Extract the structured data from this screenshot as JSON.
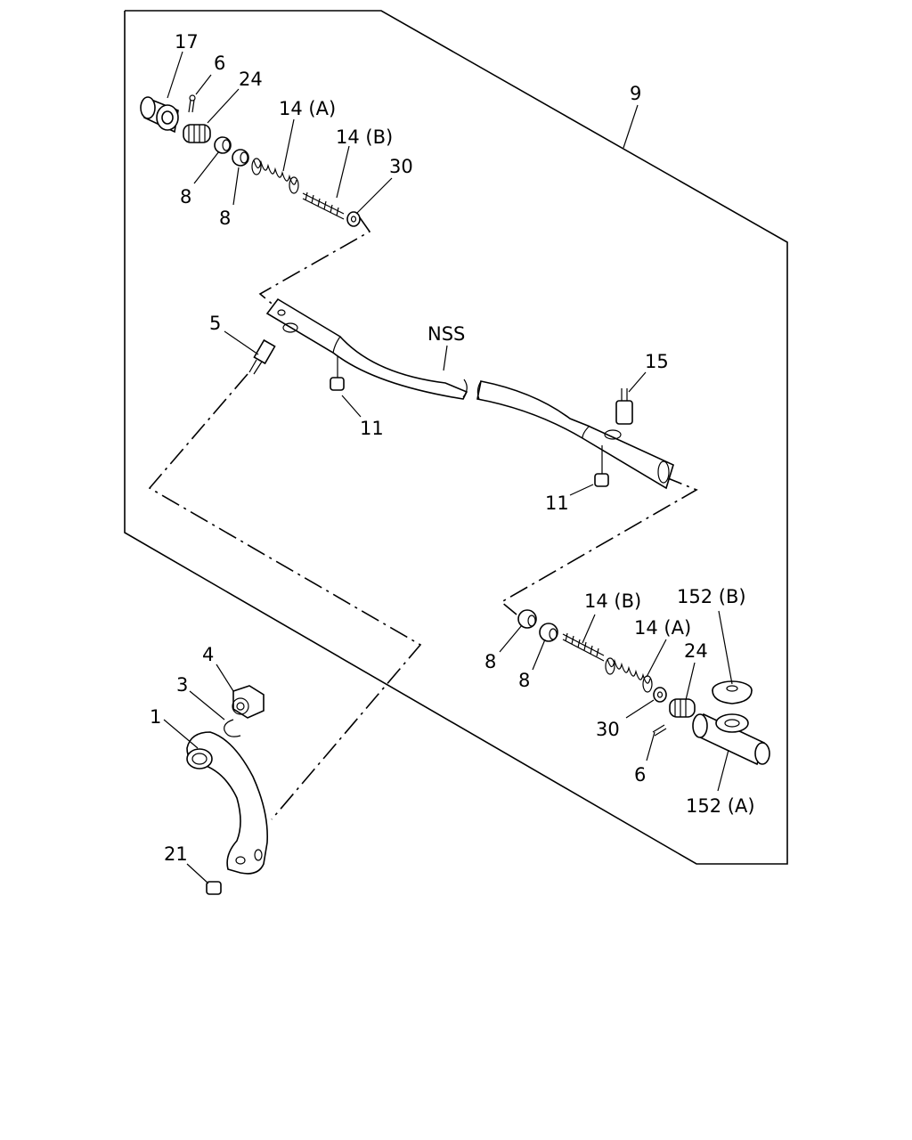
{
  "diagram": {
    "callouts": {
      "c17": "17",
      "c6_top": "6",
      "c24_top": "24",
      "c14a_top": "14 (A)",
      "c14b_top": "14 (B)",
      "c30_top": "30",
      "c8_top_a": "8",
      "c8_top_b": "8",
      "c9": "9",
      "c5": "5",
      "cNSS": "NSS",
      "c11_left": "11",
      "c15": "15",
      "c11_right": "11",
      "c8_bot_a": "8",
      "c8_bot_b": "8",
      "c14b_bot": "14 (B)",
      "c14a_bot": "14 (A)",
      "c152b": "152 (B)",
      "c24_bot": "24",
      "c30_bot": "30",
      "c6_bot": "6",
      "c152a": "152 (A)",
      "c4": "4",
      "c3": "3",
      "c1": "1",
      "c21": "21"
    }
  }
}
